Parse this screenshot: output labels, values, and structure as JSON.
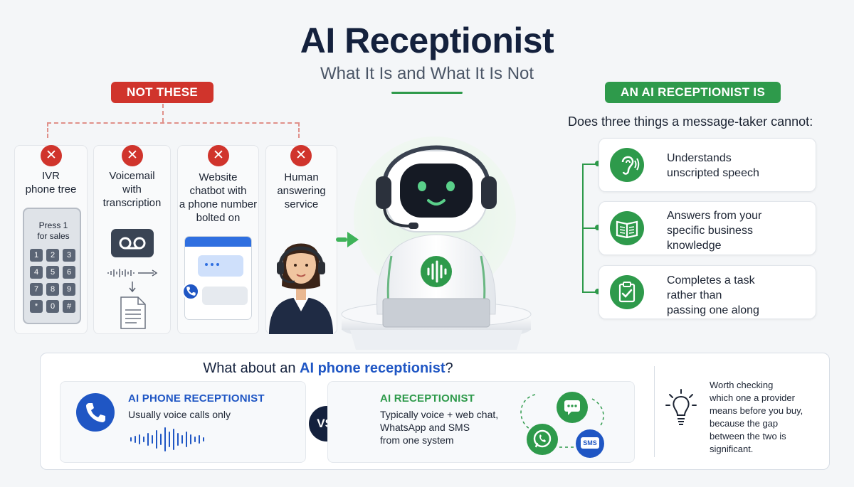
{
  "header": {
    "title": "AI Receptionist",
    "subtitle": "What It Is and What It Is Not"
  },
  "not_section": {
    "pill": "NOT THESE",
    "cards": [
      {
        "label_lines": [
          "IVR",
          "phone tree"
        ],
        "illustration": "keypad"
      },
      {
        "label_lines": [
          "Voicemail",
          "with",
          "transcription"
        ],
        "illustration": "voicemail"
      },
      {
        "label_lines": [
          "Website",
          "chatbot with",
          "a phone number",
          "bolted on"
        ],
        "illustration": "chat-window"
      },
      {
        "label_lines": [
          "Human",
          "answering",
          "service"
        ],
        "illustration": "agent-headset"
      }
    ],
    "keypad": {
      "text_lines": [
        "Press 1",
        "for sales"
      ],
      "keys": [
        "1",
        "2",
        "3",
        "4",
        "5",
        "6",
        "7",
        "8",
        "9",
        "*",
        "0",
        "#"
      ]
    }
  },
  "is_section": {
    "pill": "AN AI RECEPTIONIST IS",
    "intro": "Does three things a message-taker cannot:",
    "items": [
      {
        "icon": "ear-icon",
        "lines": [
          "Understands",
          "unscripted speech"
        ]
      },
      {
        "icon": "book-icon",
        "lines": [
          "Answers from your",
          "specific business",
          "knowledge"
        ]
      },
      {
        "icon": "clipboard-check-icon",
        "lines": [
          "Completes a task",
          "rather than",
          "passing one along"
        ]
      }
    ]
  },
  "bottom": {
    "question_prefix": "What about an ",
    "question_highlight": "AI phone receptionist",
    "question_suffix": "?",
    "phone_card": {
      "heading": "AI PHONE RECEPTIONIST",
      "text": "Usually voice calls only"
    },
    "vs_label": "VS.",
    "ai_card": {
      "heading": "AI RECEPTIONIST",
      "lines": [
        "Typically voice + web chat,",
        "WhatsApp and SMS",
        "from one system"
      ],
      "sms_label": "SMS"
    },
    "note_lines": [
      "Worth checking",
      "which one a provider",
      "means before you buy,",
      "because the gap",
      "between the two is",
      "significant."
    ]
  },
  "colors": {
    "red": "#d0342c",
    "green": "#2e9a4b",
    "blue": "#1f56c4",
    "navy": "#14213d"
  }
}
